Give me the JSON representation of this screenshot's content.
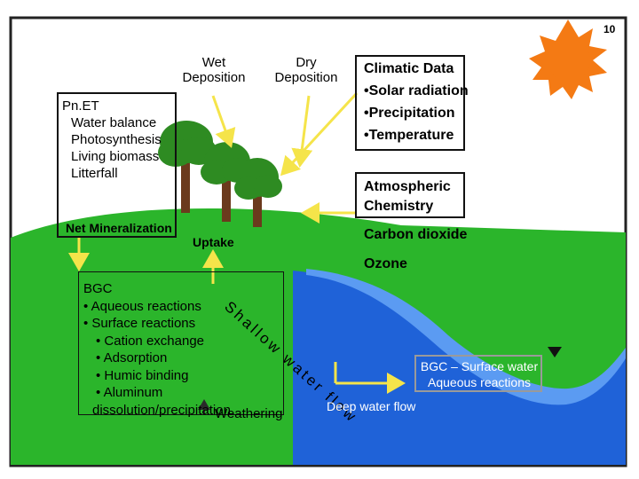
{
  "slide_number": "10",
  "labels": {
    "wet_deposition": [
      "Wet",
      "Deposition"
    ],
    "dry_deposition": [
      "Dry",
      "Deposition"
    ],
    "climatic_title": "Climatic Data",
    "climatic_items": [
      "•Solar radiation",
      "•Precipitation",
      "•Temperature"
    ],
    "atmospheric_title": [
      "Atmospheric",
      "Chemistry"
    ],
    "carbon_dioxide": "Carbon dioxide",
    "ozone": "Ozone",
    "pnet_lines": [
      "Pn.ET",
      "Water balance",
      "Photosynthesis",
      "Living biomass",
      "Litterfall"
    ],
    "net_mineralization": "Net Mineralization",
    "uptake": "Uptake",
    "shallow_water_flow": "Shallow water flow",
    "bgc_lines": [
      "BGC",
      "•  Aqueous reactions",
      "•  Surface reactions",
      "•      Cation exchange",
      "•      Adsorption",
      "•      Humic binding",
      "•      Aluminum",
      "dissolution/precipitation"
    ],
    "weathering": "Weathering",
    "bgc_surface": [
      "BGC – Surface water",
      "Aqueous reactions"
    ],
    "deep_water_flow": "Deep water flow"
  },
  "colors": {
    "ground": "#2bb52b",
    "water": "#1f62d8",
    "water_light": "#5b9bf2",
    "sun": "#f47a14",
    "arrow": "#f5e44a",
    "tree_crown": "#2e8b22",
    "tree_trunk": "#6b3a1d",
    "box_border": "#111111",
    "grey_box": "#9a9a9a"
  }
}
